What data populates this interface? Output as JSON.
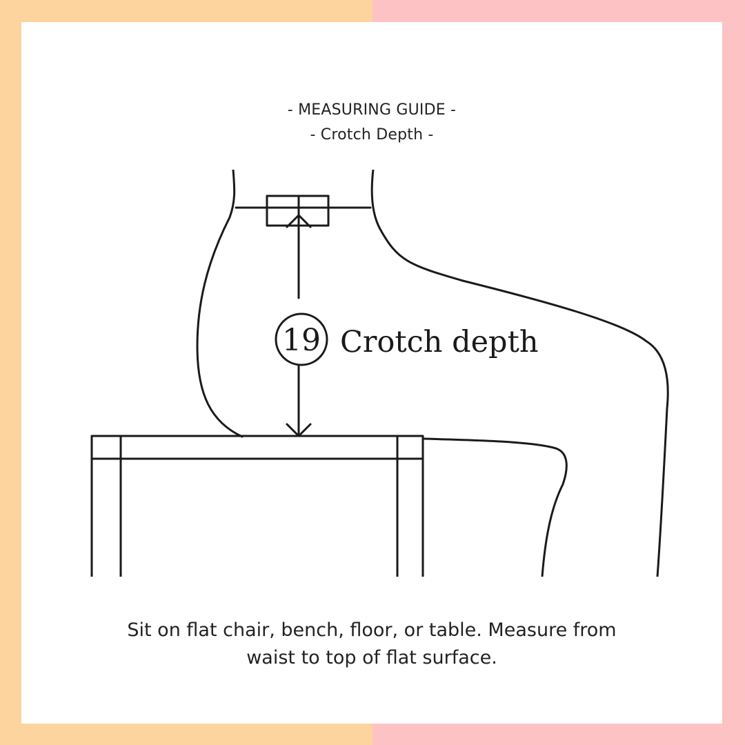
{
  "colors": {
    "left_panel": "#fdd49d",
    "right_panel": "#fdc2c4",
    "card": "#ffffff",
    "ink": "#1a1a1a"
  },
  "header": {
    "line1": "- MEASURING GUIDE -",
    "line2": "- Crotch Depth -"
  },
  "diagram": {
    "number": "19",
    "label": "Crotch depth"
  },
  "instructions": {
    "line1": "Sit on flat chair, bench, floor, or table. Measure from",
    "line2": "waist to top of flat surface."
  }
}
